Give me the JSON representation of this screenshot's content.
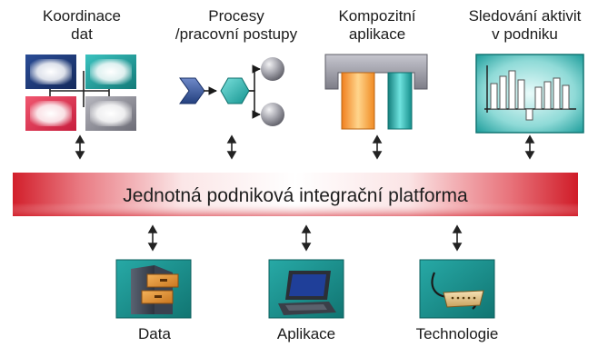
{
  "top_items": [
    {
      "line1": "Koordinace",
      "line2": "dat",
      "icon": "data-coordination-icon"
    },
    {
      "line1": "Procesy",
      "line2": "/pracovní postupy",
      "icon": "process-flow-icon"
    },
    {
      "line1": "Kompozitní",
      "line2": "aplikace",
      "icon": "composite-application-icon"
    },
    {
      "line1": "Sledování aktivit",
      "line2": "v podniku",
      "icon": "activity-monitoring-chart-icon"
    }
  ],
  "platform": {
    "label": "Jednotná podniková integrační platforma"
  },
  "bottom_items": [
    {
      "label": "Data",
      "icon": "filing-cabinet-icon"
    },
    {
      "label": "Aplikace",
      "icon": "laptop-icon"
    },
    {
      "label": "Technologie",
      "icon": "cable-connector-icon"
    }
  ],
  "colors": {
    "platform_red": "#d21f2b",
    "teal": "#1e9e9c",
    "navy": "#1f3a7a",
    "pink": "#e23a5a",
    "grey": "#8e8e98",
    "orange": "#f4a53c"
  }
}
